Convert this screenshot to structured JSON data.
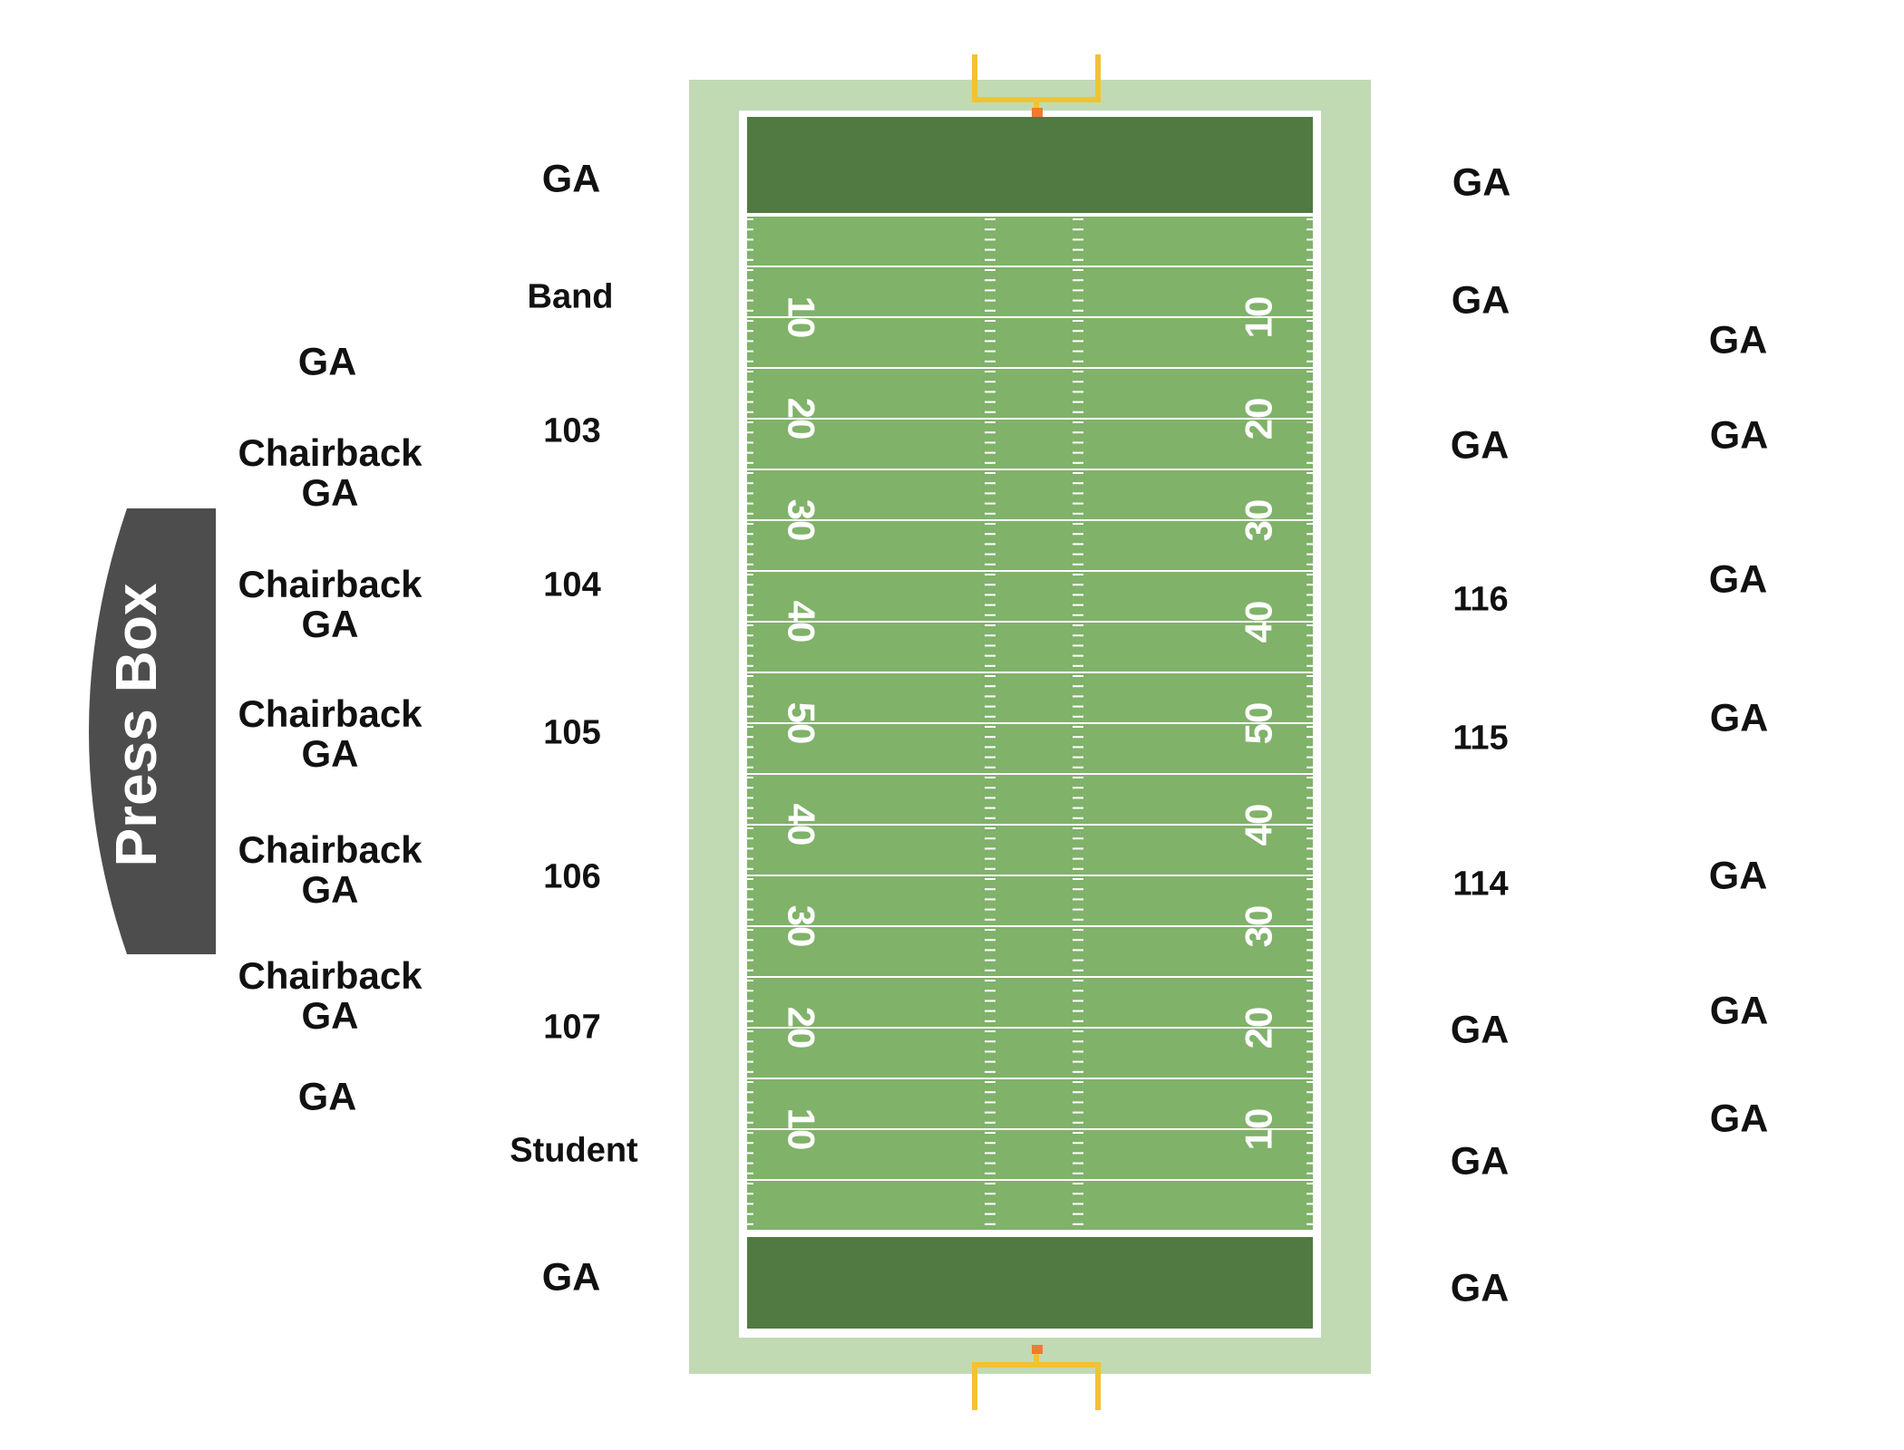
{
  "map": {
    "field": {
      "yard_numbers": [
        "10",
        "20",
        "30",
        "40",
        "50",
        "40",
        "30",
        "20",
        "10"
      ],
      "colors": {
        "surround": "#c1dab4",
        "endzone": "#517a42",
        "turf": "#80b26a",
        "lines": "#ffffff",
        "goalpost": "#f2c230",
        "pylon": "#f07a32"
      }
    },
    "press_box": {
      "label": "Press Box",
      "color": "#4d4d4d"
    },
    "sections": {
      "inner_left": {
        "ga_top": "GA",
        "band": "Band",
        "s103": "103",
        "s104": "104",
        "s105": "105",
        "s106": "106",
        "s107": "107",
        "student": "Student",
        "ga_bottom": "GA"
      },
      "outer_left": {
        "ga_top": "GA",
        "chairback_1": {
          "line1": "Chairback",
          "line2": "GA"
        },
        "chairback_2": {
          "line1": "Chairback",
          "line2": "GA"
        },
        "chairback_3": {
          "line1": "Chairback",
          "line2": "GA"
        },
        "chairback_4": {
          "line1": "Chairback",
          "line2": "GA"
        },
        "chairback_5": {
          "line1": "Chairback",
          "line2": "GA"
        },
        "ga_bottom": "GA"
      },
      "inner_right": {
        "ga_1": "GA",
        "ga_2": "GA",
        "ga_3": "GA",
        "s116": "116",
        "s115": "115",
        "s114": "114",
        "ga_4": "GA",
        "ga_5": "GA",
        "ga_6": "GA"
      },
      "outer_right": {
        "ga_1": "GA",
        "ga_2": "GA",
        "ga_3": "GA",
        "ga_4": "GA",
        "ga_5": "GA",
        "ga_6": "GA",
        "ga_7": "GA"
      }
    }
  }
}
